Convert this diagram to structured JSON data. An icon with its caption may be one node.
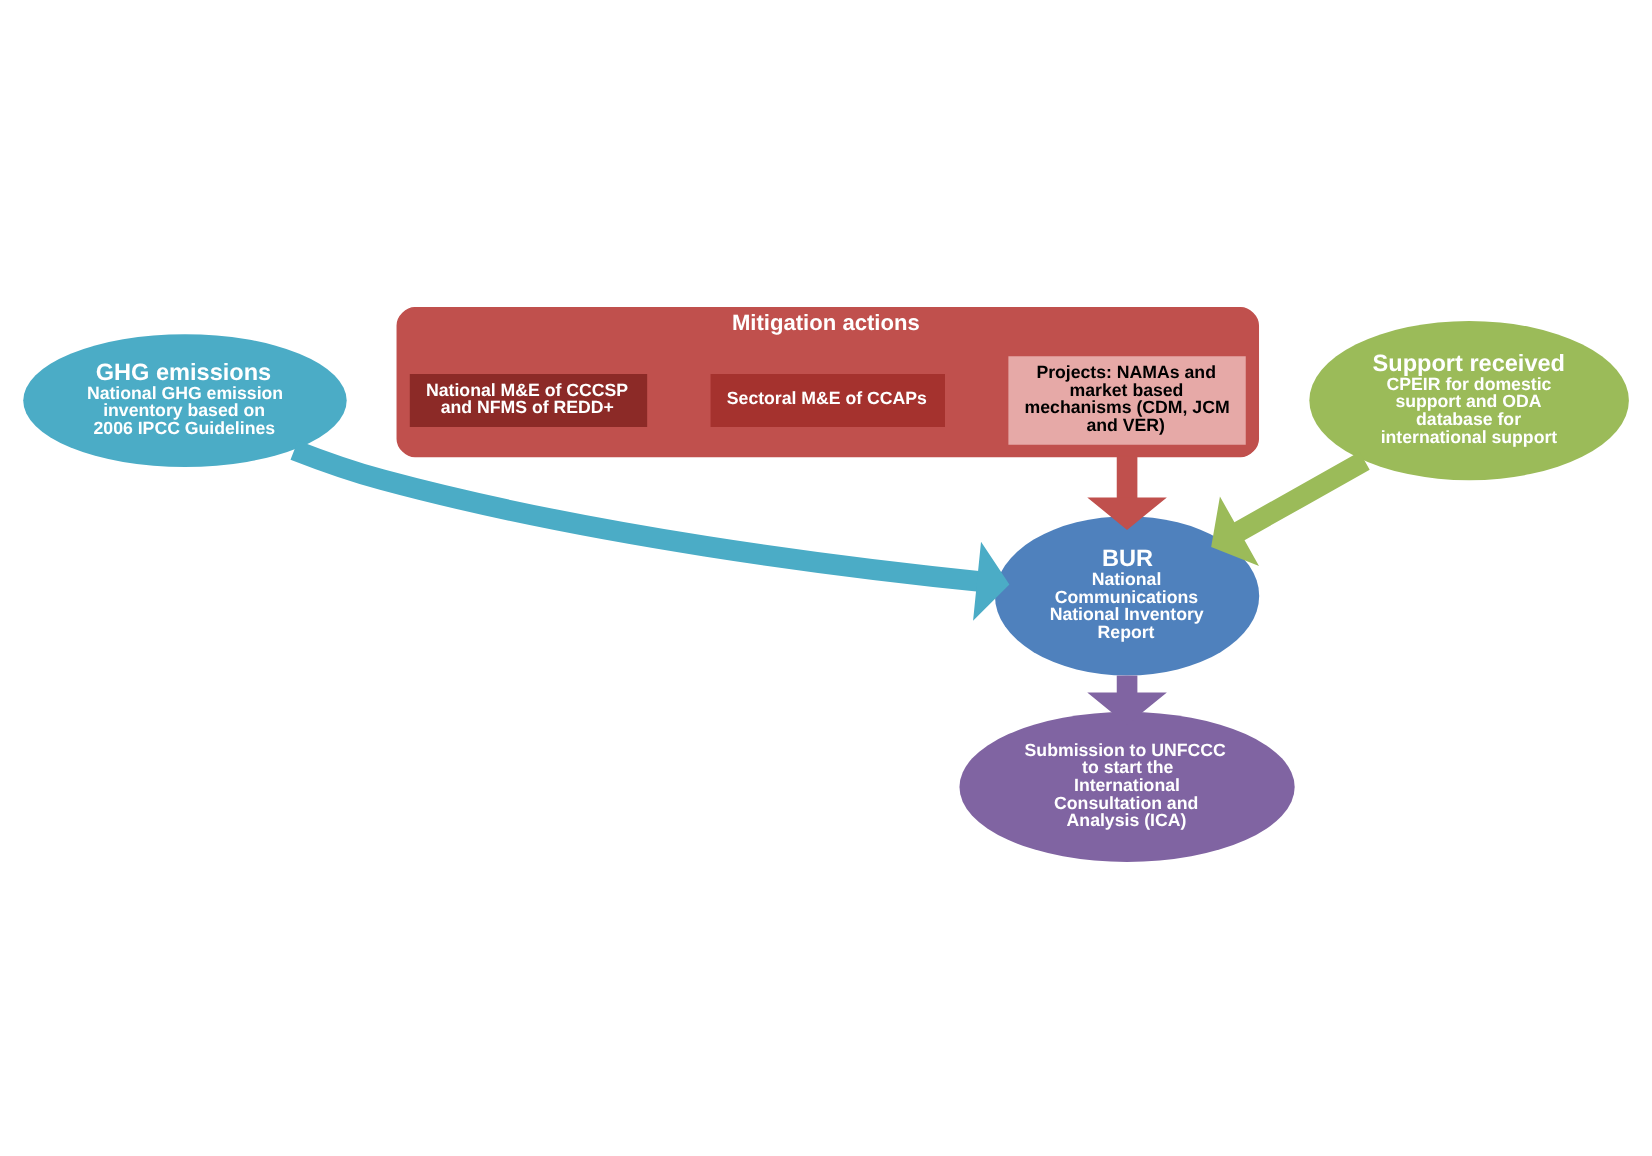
{
  "diagram": {
    "nodes": [
      {
        "text": [
          "GHG emissions",
          "National GHG emission inventory based on 2006 IPCC Guidelines"
        ]
      },
      {
        "text": [
          "Mitigation actions"
        ]
      },
      {
        "text": [
          "National M&E of CCCSP and NFMS of REDD+"
        ],
        "in": 1
      },
      {
        "text": [
          "Sectoral M&E of CCAPs"
        ],
        "in": 1
      },
      {
        "text": [
          "Projects: NAMAs and market based mechanisms (CDM, JCM and VER)"
        ],
        "in": 1
      },
      {
        "text": [
          "Support received",
          "CPEIR for domestic support and ODA database for international support"
        ]
      },
      {
        "text": [
          "BUR",
          "National Communications",
          "National Inventory Report"
        ]
      },
      {
        "text": [
          "Submission to UNFCCC to start the International Consultation and Analysis (ICA)"
        ]
      }
    ],
    "edges": [
      {
        "from": 0,
        "to": 6,
        "arrow": "to",
        "color": "#4bacc6"
      },
      {
        "from": 1,
        "to": 6,
        "arrow": "to",
        "color": "#c0504d"
      },
      {
        "from": 5,
        "to": 6,
        "arrow": "to",
        "color": "#9bbb59"
      },
      {
        "from": 6,
        "to": 7,
        "arrow": "to",
        "color": "#8064a2"
      }
    ]
  }
}
